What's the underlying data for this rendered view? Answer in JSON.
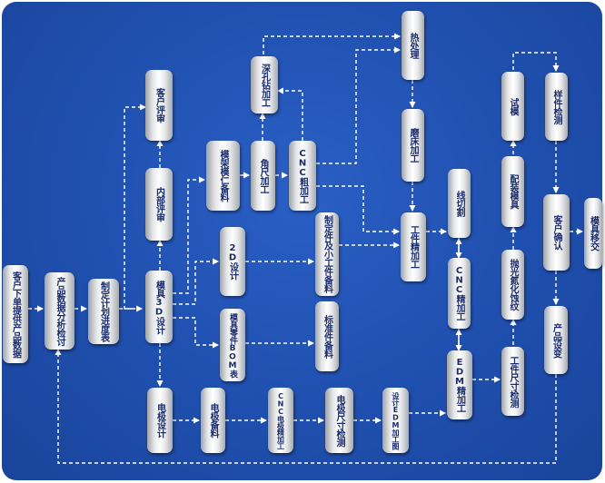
{
  "diagram": {
    "nodes": {
      "n_customer_data": "客户下单提供产品数据",
      "n_data_analysis": "产品数据分析检讨",
      "n_schedule": "制定计划进度表",
      "n_mold_3d": "模具3D设计",
      "n_internal_review": "内部评审",
      "n_customer_review": "客户评审",
      "n_frame_material": "模架模仁备料",
      "n_corner_machining": "角尺加工",
      "n_deep_hole": "深孔钻加工",
      "n_cnc_rough": "CNC粗加工",
      "n_heat_treatment": "热处理",
      "n_grinding": "磨床加工",
      "n_workpiece_finish": "工件精加工",
      "n_2d_design": "2D设计",
      "n_fixed_parts": "制定件及小工件备料",
      "n_parts_bom": "模具零件BOM表",
      "n_standard_parts": "标准件备料",
      "n_wire_cut": "线切割",
      "n_cnc_finish": "CNC精加工",
      "n_edm_finish": "EDM精加工",
      "n_polish": "抛光氮化蚀纹",
      "n_assembly": "配装模具",
      "n_trial": "试模",
      "n_sample_inspect": "样件检测",
      "n_customer_confirm": "客户确认",
      "n_mold_transfer": "模具移交",
      "n_product_change": "产品设变",
      "n_size_inspect": "工件尺寸检测",
      "n_electrode_design": "电极设计",
      "n_electrode_material": "电极备料",
      "n_cnc_electrode": "CNC电极精加工",
      "n_electrode_inspect": "电极尺寸检测",
      "n_edm_design": "设计EDM加工图"
    }
  }
}
